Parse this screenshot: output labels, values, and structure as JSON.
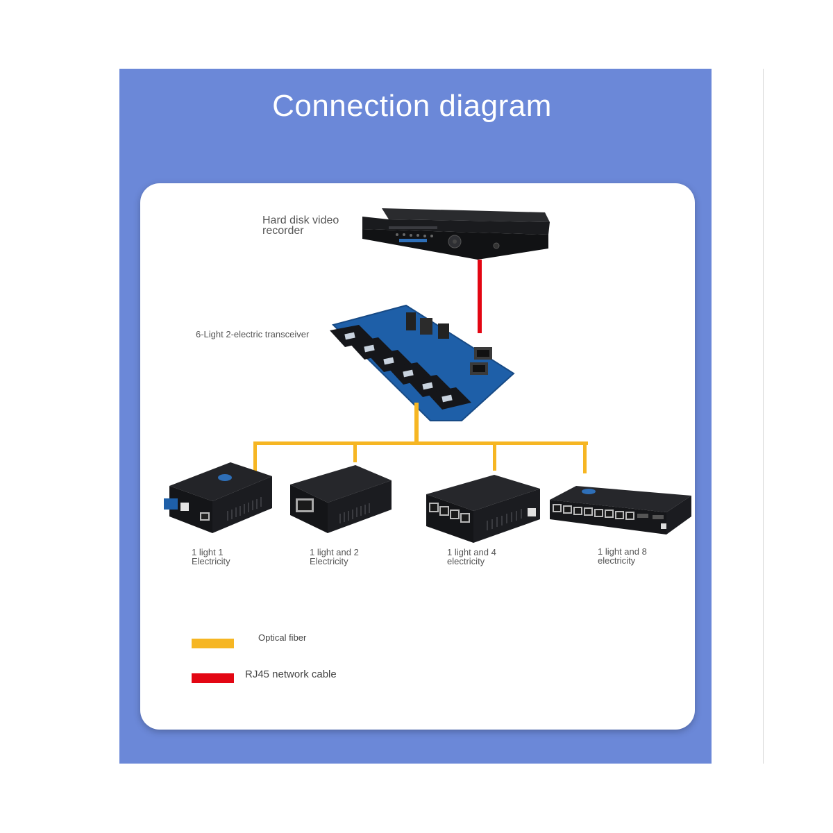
{
  "title": "Connection diagram",
  "devices": {
    "dvr": {
      "label_line1": "Hard disk video",
      "label_line2": "recorder"
    },
    "transceiver": {
      "label": "6-Light 2-electric transceiver"
    },
    "converters": [
      {
        "line1": "1 light 1",
        "line2": "Electricity"
      },
      {
        "line1": "1 light and 2",
        "line2": "Electricity"
      },
      {
        "line1": "1 light and 4",
        "line2": "electricity"
      },
      {
        "line1": "1 light and 8",
        "line2": "electricity"
      }
    ]
  },
  "legend": [
    {
      "label": "Optical fiber",
      "color": "#f6b623"
    },
    {
      "label": "RJ45 network cable",
      "color": "#e30613"
    }
  ],
  "colors": {
    "background": "#6b88d8",
    "fiber": "#f6b623",
    "rj45": "#e30613",
    "device_body": "#1b1c1f",
    "pcb": "#1e5fa8"
  }
}
